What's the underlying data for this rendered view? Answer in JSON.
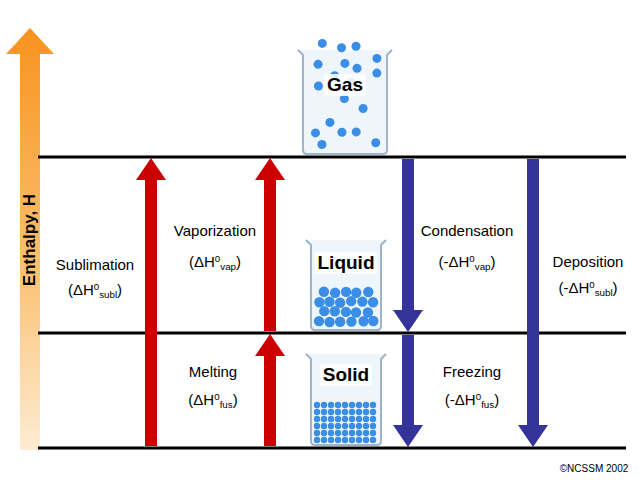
{
  "diagram": {
    "nodes": [
      {
        "text": [
          "Gas"
        ]
      },
      {
        "text": [
          "Liquid"
        ]
      },
      {
        "text": [
          "Solid"
        ]
      }
    ],
    "labels": [
      "Enthalpy, H",
      "Sublimation",
      "(ΔH0subl)",
      "Vaporization",
      "(ΔH0vap)",
      "Melting",
      "(ΔH0fus)",
      "Condensation",
      "(-ΔH0vap)",
      "Freezing",
      "(-ΔH0fus)",
      "Deposition",
      "(-ΔH0subl)",
      "©NCSSM 2002"
    ]
  }
}
